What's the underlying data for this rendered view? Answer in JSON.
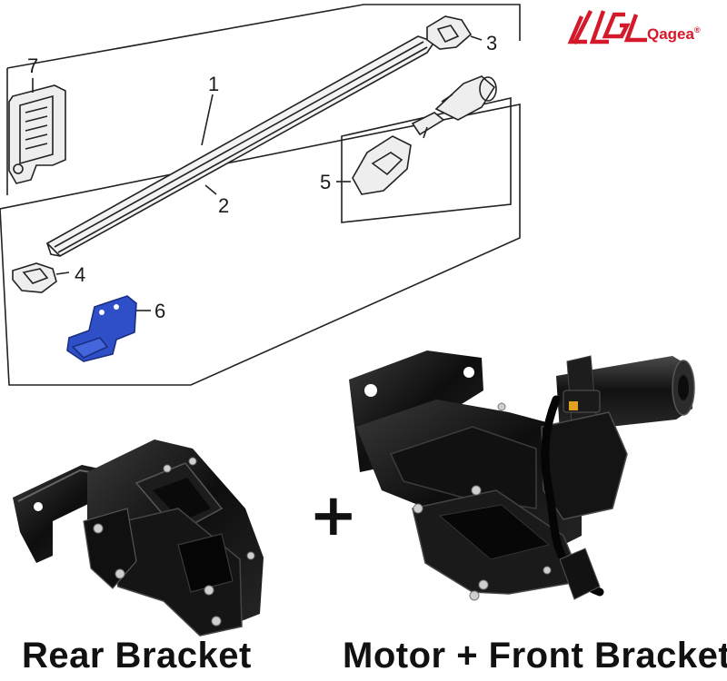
{
  "brand": {
    "name": "Qagea",
    "mark": "®",
    "monogram": "QG",
    "color": "#d4192a"
  },
  "diagram": {
    "callouts": [
      "1",
      "2",
      "3",
      "4",
      "5",
      "6",
      "7"
    ],
    "highlight_color": "#2f4fc8"
  },
  "captions": {
    "left": "Rear Bracket",
    "plus": "+",
    "right": "Motor + Front Bracket"
  }
}
